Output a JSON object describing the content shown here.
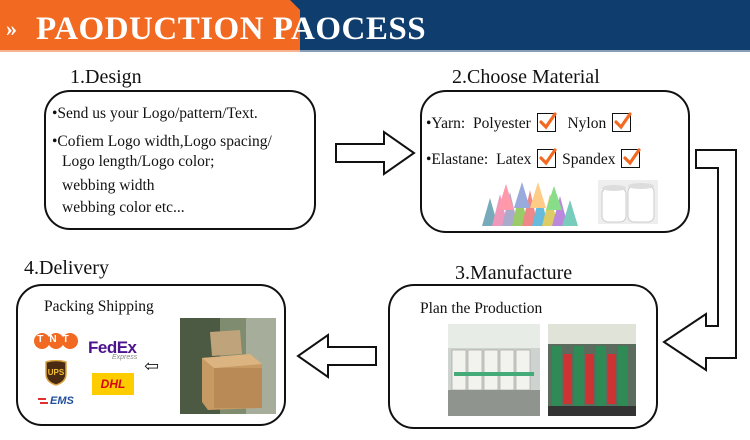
{
  "header": {
    "title": "PAODUCTION PAOCESS",
    "chevron": "»",
    "colors": {
      "orange": "#f26a21",
      "blue": "#0f3d6e"
    }
  },
  "steps": {
    "design": {
      "title": "1.Design",
      "lines": [
        "•Send us your Logo/pattern/Text.",
        "•Cofiem Logo width,Logo spacing/",
        "Logo length/Logo color;",
        "webbing width",
        "webbing color etc..."
      ]
    },
    "material": {
      "title": "2.Choose Material",
      "yarn_label": "•Yarn:",
      "yarn_opt1": "Polyester",
      "yarn_opt2": "Nylon",
      "elastane_label": "•Elastane:",
      "elastane_opt1": "Latex",
      "elastane_opt2": "Spandex",
      "check_color": "#f26a21"
    },
    "manufacture": {
      "title": "3.Manufacture",
      "caption": "Plan the Production"
    },
    "delivery": {
      "title": "4.Delivery",
      "caption": "Packing Shipping",
      "carriers": {
        "tnt": "TNT",
        "ups": "UPS",
        "fedex_main": "FedEx",
        "fedex_sub": "Express",
        "dhl": "DHL",
        "ems": "EMS"
      },
      "arrow_glyph": "⇦"
    }
  }
}
